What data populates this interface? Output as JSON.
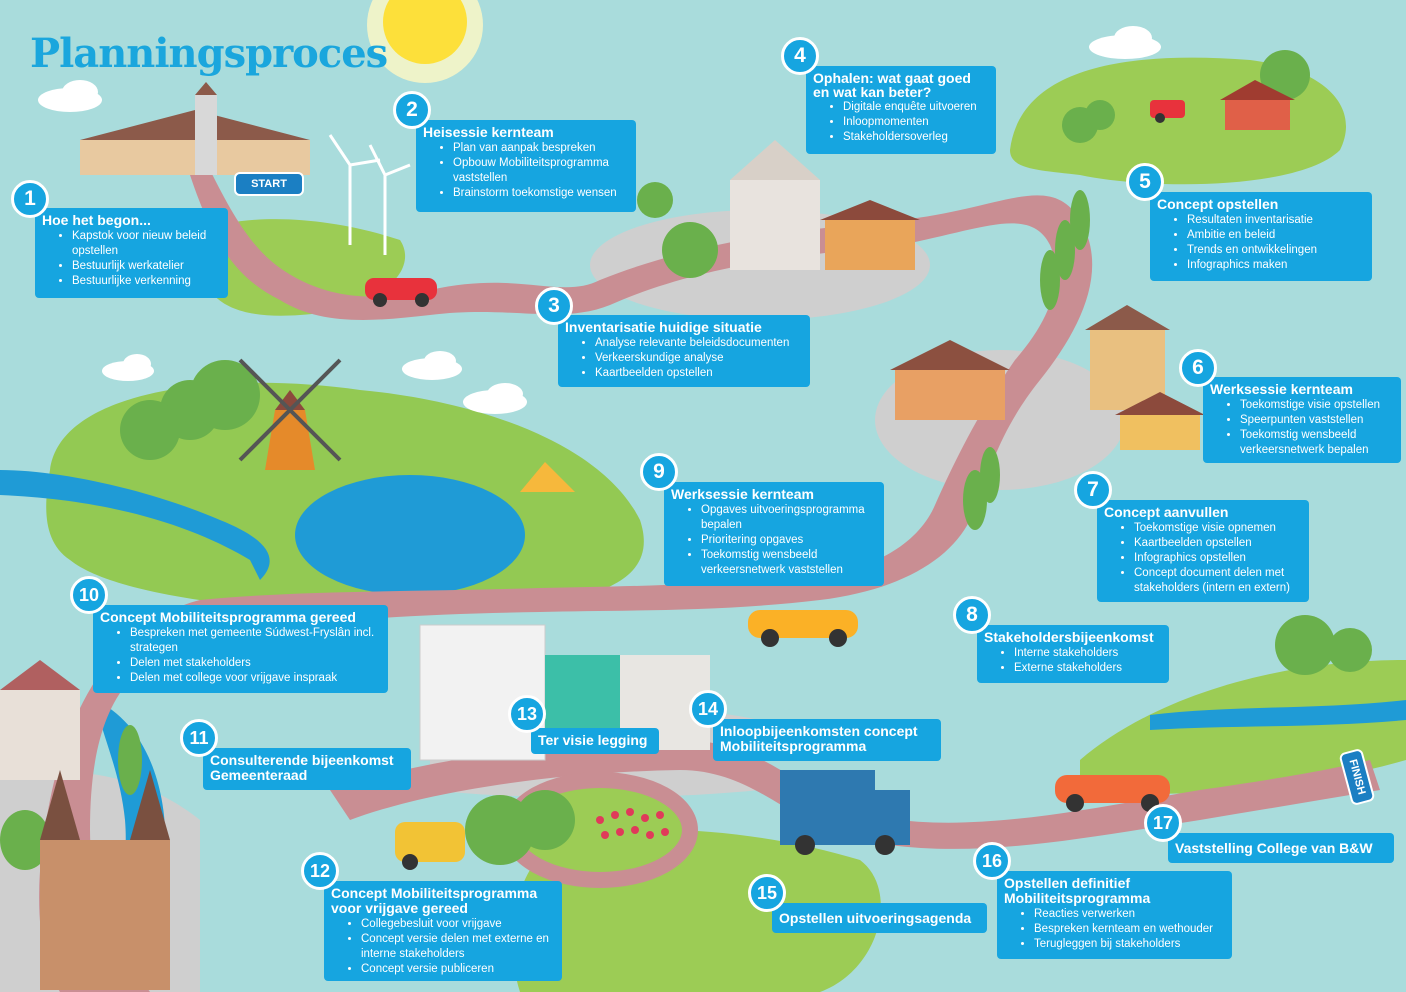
{
  "title": "Planningsproces",
  "start_label": "START",
  "finish_label": "FINISH",
  "steps": [
    {
      "num": "1",
      "title": "Hoe het begon...",
      "items": [
        "Kapstok voor nieuw beleid opstellen",
        "Bestuurlijk werkatelier",
        "Bestuurlijke verkenning"
      ]
    },
    {
      "num": "2",
      "title": "Heisessie kernteam",
      "items": [
        "Plan van aanpak bespreken",
        "Opbouw Mobiliteitsprogramma vaststellen",
        "Brainstorm toekomstige wensen"
      ]
    },
    {
      "num": "3",
      "title": "Inventarisatie huidige situatie",
      "items": [
        "Analyse relevante beleidsdocumenten",
        "Verkeerskundige analyse",
        "Kaartbeelden opstellen"
      ]
    },
    {
      "num": "4",
      "title": "Ophalen: wat gaat goed en wat kan beter?",
      "items": [
        "Digitale enquête uitvoeren",
        "Inloopmomenten",
        "Stakeholdersoverleg"
      ]
    },
    {
      "num": "5",
      "title": "Concept opstellen",
      "items": [
        "Resultaten inventarisatie",
        "Ambitie en beleid",
        "Trends en ontwikkelingen",
        "Infographics maken"
      ]
    },
    {
      "num": "6",
      "title": "Werksessie kernteam",
      "items": [
        "Toekomstige visie opstellen",
        "Speerpunten vaststellen",
        "Toekomstig wensbeeld verkeersnetwerk bepalen"
      ]
    },
    {
      "num": "7",
      "title": "Concept aanvullen",
      "items": [
        "Toekomstige visie opnemen",
        "Kaartbeelden opstellen",
        "Infographics opstellen",
        "Concept document delen met stakeholders (intern en extern)"
      ]
    },
    {
      "num": "8",
      "title": "Stakeholdersbijeenkomst",
      "items": [
        "Interne stakeholders",
        "Externe stakeholders"
      ]
    },
    {
      "num": "9",
      "title": "Werksessie kernteam",
      "items": [
        "Opgaves uitvoeringsprogramma bepalen",
        "Prioritering opgaves",
        "Toekomstig wensbeeld verkeersnetwerk vaststellen"
      ]
    },
    {
      "num": "10",
      "title": "Concept Mobiliteitsprogramma gereed",
      "items": [
        "Bespreken met gemeente Súdwest-Fryslân incl. strategen",
        "Delen met stakeholders",
        "Delen met college voor vrijgave inspraak"
      ]
    },
    {
      "num": "11",
      "title": "Consulterende bijeenkomst Gemeenteraad",
      "items": []
    },
    {
      "num": "12",
      "title": "Concept Mobiliteitsprogramma voor vrijgave gereed",
      "items": [
        "Collegebesluit voor vrijgave",
        "Concept versie delen met externe en interne stakeholders",
        "Concept versie publiceren"
      ]
    },
    {
      "num": "13",
      "title": "Ter visie legging",
      "items": []
    },
    {
      "num": "14",
      "title": "Inloopbijeenkomsten concept Mobiliteitsprogramma",
      "items": []
    },
    {
      "num": "15",
      "title": "Opstellen uitvoeringsagenda",
      "items": []
    },
    {
      "num": "16",
      "title": "Opstellen definitief Mobiliteitsprogramma",
      "items": [
        "Reacties verwerken",
        "Bespreken kernteam en wethouder",
        "Terugleggen bij stakeholders"
      ]
    },
    {
      "num": "17",
      "title": "Vaststelling College van B&W",
      "items": []
    }
  ]
}
